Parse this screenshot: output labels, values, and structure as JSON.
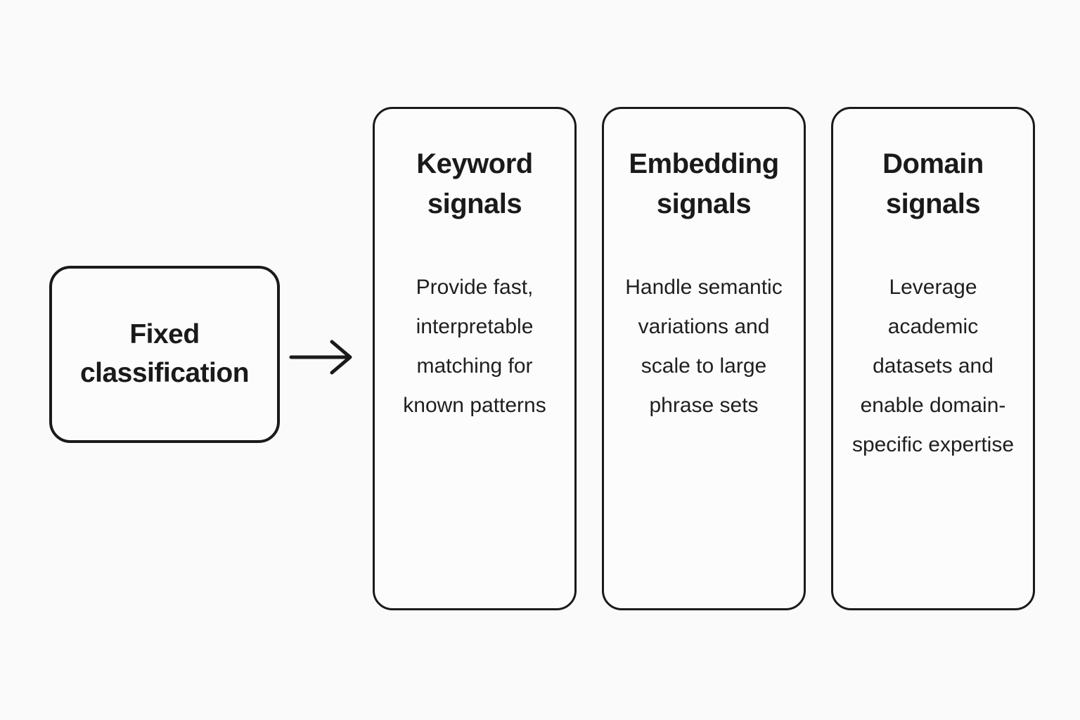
{
  "diagram": {
    "source_box": {
      "label": "Fixed classification"
    },
    "arrow": {
      "direction": "right"
    },
    "cards": [
      {
        "title": "Keyword signals",
        "body": "Provide fast, interpretable matching for known patterns"
      },
      {
        "title": "Embedding signals",
        "body": "Handle semantic variations and scale to large phrase sets"
      },
      {
        "title": "Domain signals",
        "body": "Leverage academic datasets and enable domain-specific expertise"
      }
    ],
    "colors": {
      "background": "#fafafa",
      "box_fill": "#fcfcfc",
      "stroke": "#1a1a1a",
      "text": "#1a1a1a"
    }
  }
}
